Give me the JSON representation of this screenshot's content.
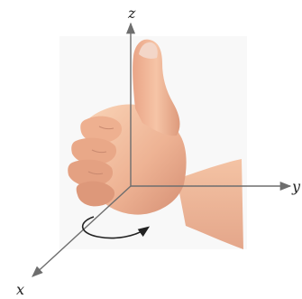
{
  "axes": {
    "x_label": "x",
    "y_label": "y",
    "z_label": "z"
  },
  "colors": {
    "axis": "#6e6e6e",
    "skin_light": "#f6c7a6",
    "skin_mid": "#e9a584",
    "skin_dark": "#c9826a",
    "nail": "#f3d6c8",
    "rotation_arrow": "#222222",
    "background_panel": "#f7f7f7"
  },
  "figure": {
    "subject": "right-hand-thumb-up-icon",
    "rotation": "counterclockwise-arrow-icon"
  }
}
